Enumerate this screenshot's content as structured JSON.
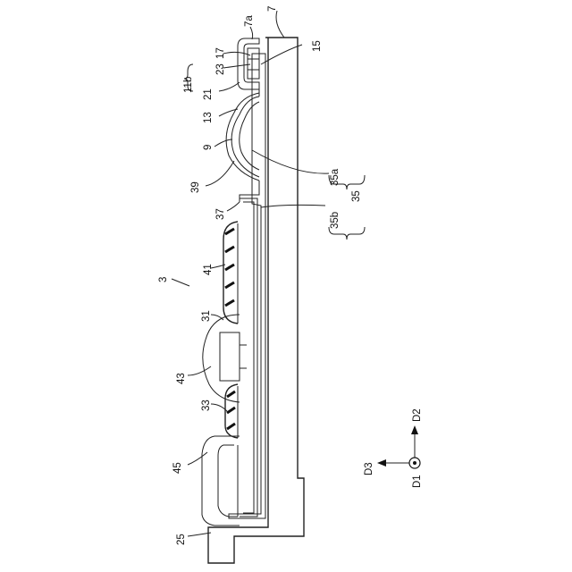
{
  "figure": {
    "refs": {
      "r7": "7",
      "r7a": "7a",
      "r17": "17",
      "r23": "23",
      "r15": "15",
      "r11b": "11b",
      "r21": "21",
      "r13": "13",
      "r9": "9",
      "r39": "39",
      "r35a": "35a",
      "r35": "35",
      "r37": "37",
      "r35b": "35b",
      "r41": "41",
      "r3": "3",
      "r31": "31",
      "r43": "43",
      "r33": "33",
      "r45": "45",
      "r25": "25"
    },
    "axes": {
      "d1": "D1",
      "d2": "D2",
      "d3": "D3"
    }
  }
}
